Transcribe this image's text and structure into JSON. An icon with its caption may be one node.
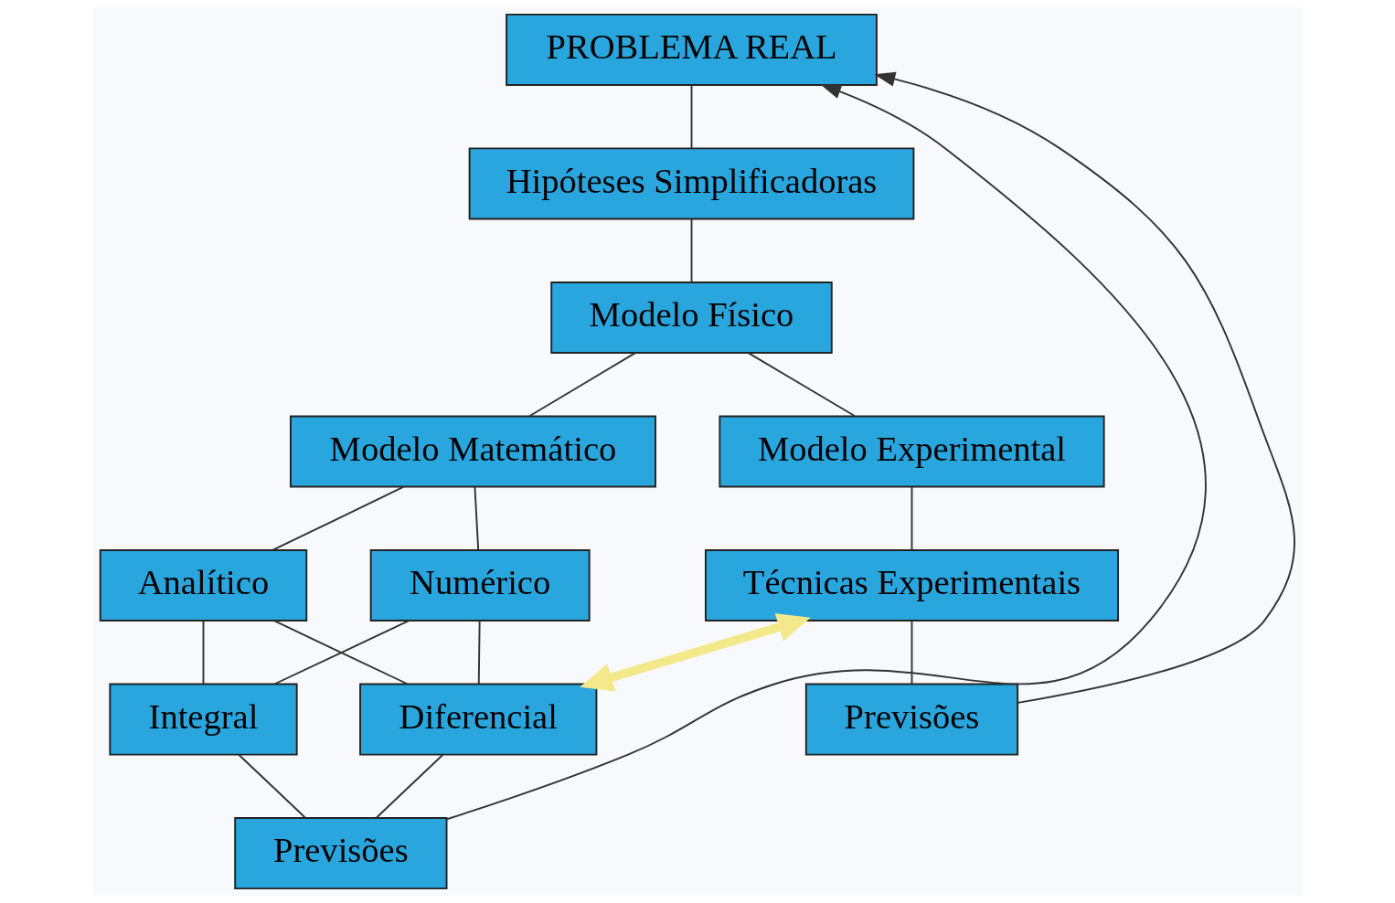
{
  "diagram": {
    "nodes": [
      {
        "text": [
          "PROBLEMA REAL"
        ]
      },
      {
        "text": [
          "Hipóteses Simplificadoras"
        ]
      },
      {
        "text": [
          "Modelo Físico"
        ]
      },
      {
        "text": [
          "Modelo Matemático"
        ]
      },
      {
        "text": [
          "Modelo Experimental"
        ]
      },
      {
        "text": [
          "Analítico"
        ]
      },
      {
        "text": [
          "Numérico"
        ]
      },
      {
        "text": [
          "Integral"
        ]
      },
      {
        "text": [
          "Diferencial"
        ]
      },
      {
        "text": [
          "Técnicas Experimentais"
        ]
      },
      {
        "text": [
          "Previsões"
        ]
      },
      {
        "text": [
          "Previsões"
        ]
      }
    ],
    "edges": [
      {
        "from": 0,
        "to": 1,
        "arrow": "none"
      },
      {
        "from": 1,
        "to": 2,
        "arrow": "none"
      },
      {
        "from": 2,
        "to": 3,
        "arrow": "none"
      },
      {
        "from": 2,
        "to": 4,
        "arrow": "none"
      },
      {
        "from": 3,
        "to": 5,
        "arrow": "none"
      },
      {
        "from": 3,
        "to": 6,
        "arrow": "none"
      },
      {
        "from": 5,
        "to": 7,
        "arrow": "none"
      },
      {
        "from": 5,
        "to": 8,
        "arrow": "none"
      },
      {
        "from": 6,
        "to": 7,
        "arrow": "none"
      },
      {
        "from": 6,
        "to": 8,
        "arrow": "none"
      },
      {
        "from": 4,
        "to": 9,
        "arrow": "none"
      },
      {
        "from": 7,
        "to": 10,
        "arrow": "none"
      },
      {
        "from": 8,
        "to": 10,
        "arrow": "none"
      },
      {
        "from": 9,
        "to": 11,
        "arrow": "none"
      },
      {
        "from": 10,
        "to": 0,
        "arrow": "to"
      },
      {
        "from": 11,
        "to": 0,
        "arrow": "to"
      },
      {
        "from": 8,
        "to": 9,
        "arrow": "both",
        "style": "thick",
        "color": "#f3e98a"
      }
    ]
  }
}
